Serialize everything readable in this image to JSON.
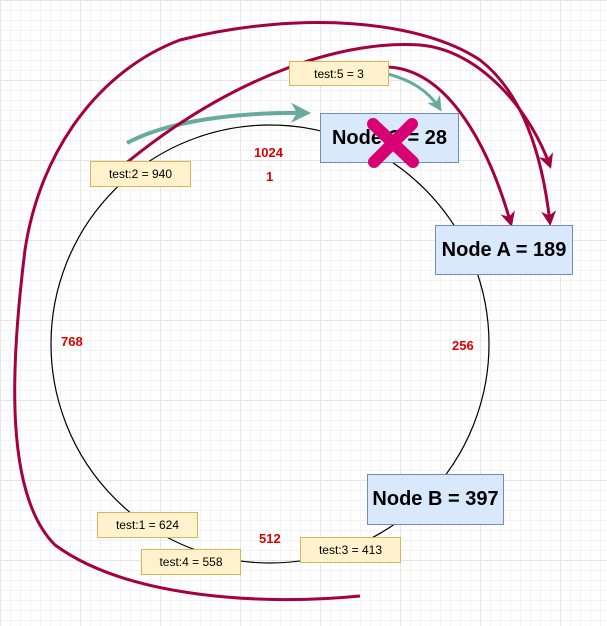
{
  "ring": {
    "positions": [
      "1024",
      "1",
      "256",
      "512",
      "768"
    ]
  },
  "nodes": [
    {
      "id": "node-c",
      "label": "Node C = 28",
      "removed": true
    },
    {
      "id": "node-a",
      "label": "Node A = 189"
    },
    {
      "id": "node-b",
      "label": "Node B = 397"
    }
  ],
  "keys": [
    {
      "id": "test5",
      "label": "test:5 = 3"
    },
    {
      "id": "test2",
      "label": "test:2 = 940"
    },
    {
      "id": "test1",
      "label": "test:1 = 624"
    },
    {
      "id": "test4",
      "label": "test:4 = 558"
    },
    {
      "id": "test3",
      "label": "test:3 = 413"
    }
  ],
  "colors": {
    "node_fill": "#dae8fc",
    "node_border": "#6c8ebf",
    "key_fill": "#fff2cc",
    "key_border": "#d6b656",
    "position_text": "#dd0000",
    "arrow_teal": "#67ab9f",
    "arrow_crimson": "#a50040",
    "cross_mark": "#d80073"
  },
  "icons": {
    "removed_marker": "cross-icon"
  }
}
